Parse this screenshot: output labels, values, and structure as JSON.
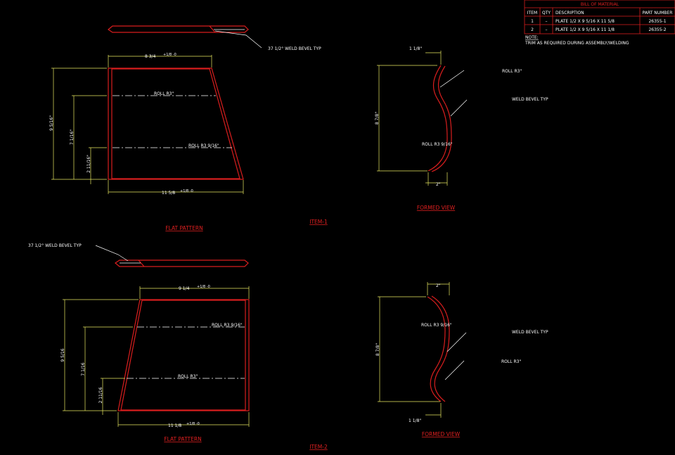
{
  "bom": {
    "title": "BILL OF MATERIAL",
    "headers": [
      "ITEM",
      "QTY",
      "DESCRIPTION",
      "PART NUMBER"
    ],
    "rows": [
      [
        "1",
        "–",
        "PLATE 1/2 X 9 5/16 X 11 5/8",
        "26355-1"
      ],
      [
        "2",
        "–",
        "PLATE 1/2 X 9 5/16 X 11 1/8",
        "26355-2"
      ]
    ],
    "note_label": "NOTE:",
    "note_text": "TRIM AS REQUIRED DURING ASSEMBLY/WELDING"
  },
  "item1": {
    "bevel_callout": "37 1/2° WELD BEVEL TYP",
    "top_dim": "8 3/4",
    "top_tol": "+1/8 -0",
    "bottom_dim": "11 5/8",
    "bottom_tol": "+1/8 -0",
    "dim_overall": "9 5/16\"",
    "dim_mid": "7 1/16\"",
    "dim_low": "2 11/16\"",
    "roll_upper": "ROLL R3\"",
    "roll_lower": "ROLL R3 9/16\"",
    "flat_title": "FLAT PATTERN",
    "item_label": "ITEM-1",
    "formed": {
      "top_dim": "1 1/8\"",
      "height_dim": "8 7/8\"",
      "bottom_dim": "2\"",
      "roll_a": "ROLL R3\"",
      "weld": "WELD BEVEL TYP",
      "roll_b": "ROLL R3 9/16\"",
      "title": "FORMED VIEW"
    }
  },
  "item2": {
    "bevel_callout": "37 1/2° WELD BEVEL TYP",
    "top_dim": "9 1/4",
    "top_tol": "+1/8 -0",
    "bottom_dim": "11 1/8",
    "bottom_tol": "+1/8 -0",
    "dim_overall": "9 5/16",
    "dim_mid": "7 1/16",
    "dim_low": "2 11/16",
    "roll_upper": "ROLL R3 9/16\"",
    "roll_lower": "ROLL R3\"",
    "flat_title": "FLAT PATTERN",
    "item_label": "ITEM-2",
    "formed": {
      "top_dim": "2\"",
      "height_dim": "8 7/8\"",
      "bottom_dim": "1 1/8\"",
      "roll_a": "ROLL R3 9/16\"",
      "weld": "WELD BEVEL TYP",
      "roll_b": "ROLL R3\"",
      "title": "FORMED VIEW"
    }
  },
  "colors": {
    "background": "#000000",
    "outline": "#d81e1e",
    "dimension": "#e8e860",
    "text": "#ffffff"
  }
}
